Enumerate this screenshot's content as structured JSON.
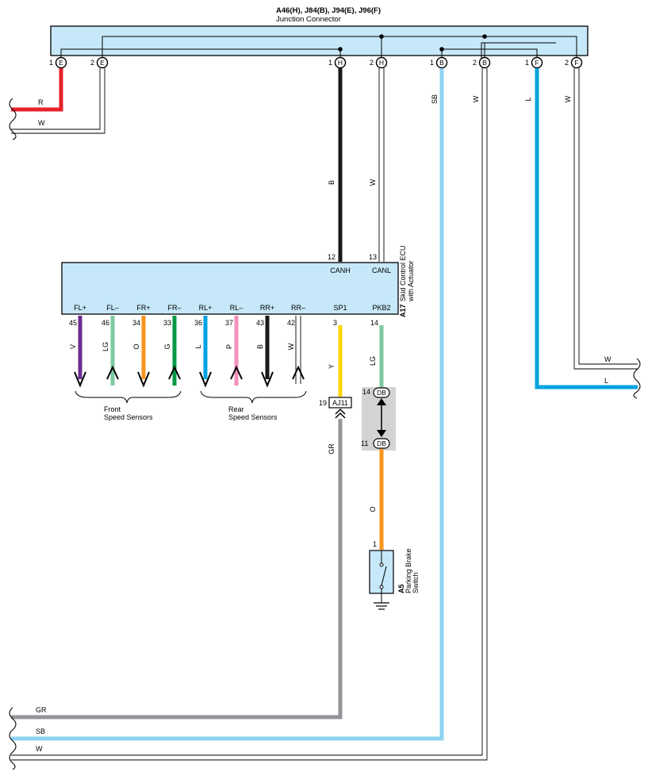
{
  "junction": {
    "title": "A46(H), J84(B), J94(E), J96(F)",
    "subtitle": "Junction Connector",
    "pins": [
      {
        "num": "1",
        "letter": "E"
      },
      {
        "num": "2",
        "letter": "E"
      },
      {
        "num": "1",
        "letter": "H"
      },
      {
        "num": "2",
        "letter": "H"
      },
      {
        "num": "1",
        "letter": "B"
      },
      {
        "num": "2",
        "letter": "B"
      },
      {
        "num": "1",
        "letter": "F"
      },
      {
        "num": "2",
        "letter": "F"
      }
    ]
  },
  "ecu": {
    "code": "A17",
    "name_line1": "Skid Control ECU",
    "name_line2": "with Actuator",
    "top_pins": [
      {
        "num": "12",
        "label": "CANH",
        "wire": "B"
      },
      {
        "num": "13",
        "label": "CANL",
        "wire": "W"
      }
    ],
    "bottom_pins": [
      {
        "label": "FL+",
        "num": "45",
        "wire": "V",
        "color": "#6a2c8f",
        "dir": "down"
      },
      {
        "label": "FL–",
        "num": "46",
        "wire": "LG",
        "color": "#7dc9a0",
        "dir": "up"
      },
      {
        "label": "FR+",
        "num": "34",
        "wire": "O",
        "color": "#f7941d",
        "dir": "down"
      },
      {
        "label": "FR–",
        "num": "33",
        "wire": "G",
        "color": "#009a44",
        "dir": "up"
      },
      {
        "label": "RL+",
        "num": "36",
        "wire": "L",
        "color": "#00a3e0",
        "dir": "down"
      },
      {
        "label": "RL–",
        "num": "37",
        "wire": "P",
        "color": "#f490bb",
        "dir": "up"
      },
      {
        "label": "RR+",
        "num": "43",
        "wire": "B",
        "color": "#1a1a1a",
        "dir": "down"
      },
      {
        "label": "RR–",
        "num": "42",
        "wire": "W",
        "color": "#ffffff",
        "dir": "up"
      },
      {
        "label": "SP1",
        "num": "3",
        "wire": "Y",
        "color": "#ffd500",
        "dir": "none"
      },
      {
        "label": "PKB2",
        "num": "14",
        "wire": "LG",
        "color": "#7dc9a0",
        "dir": "none"
      }
    ]
  },
  "sensors": {
    "front_line1": "Front",
    "front_line2": "Speed Sensors",
    "rear_line1": "Rear",
    "rear_line2": "Speed Sensors"
  },
  "connectors": {
    "aj11_pin": "19",
    "aj11_code": "AJ11",
    "db_top_pin": "14",
    "db_bottom_pin": "11",
    "db_code": "DB"
  },
  "switch": {
    "pin": "1",
    "code": "A5",
    "name_line1": "Parking Brake",
    "name_line2": "Switch"
  },
  "wire_labels": {
    "left_top_r": "R",
    "left_top_w": "W",
    "h1_b": "B",
    "h2_w": "W",
    "b1_sb": "SB",
    "b2_w": "W",
    "f1_l": "L",
    "f2_w": "W",
    "right_w": "W",
    "right_l": "L",
    "sp1_y": "Y",
    "pkb_lg": "LG",
    "gr": "GR",
    "o": "O",
    "bottom_gr": "GR",
    "bottom_sb": "SB",
    "bottom_w": "W"
  },
  "colors": {
    "panel": "#c6e8f8",
    "red": "#e8202a",
    "sky_blue": "#8fd3f3",
    "blue": "#00a3e0",
    "black": "#1a1a1a",
    "gray": "#939598",
    "orange": "#f7941d",
    "light_green": "#7dc9a0",
    "yellow": "#ffd500",
    "connector_shade": "#d1d3d4"
  }
}
